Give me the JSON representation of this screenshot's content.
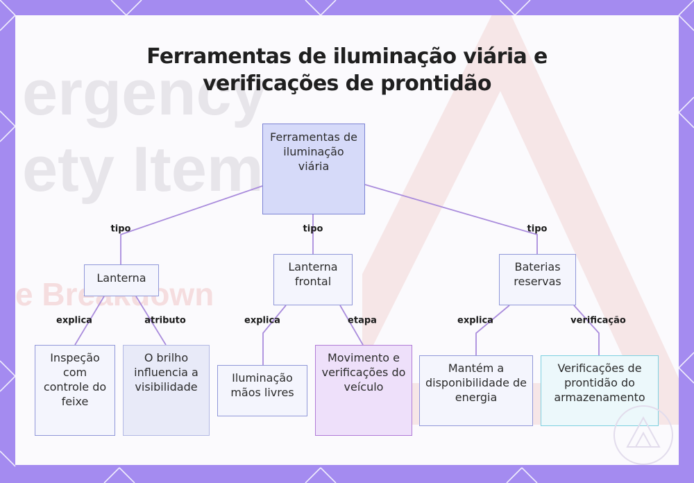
{
  "title": {
    "line1": "Ferramentas de iluminação viária e",
    "line2": "verificações de prontidão"
  },
  "background_text": {
    "line1": "ergency",
    "line2": "ety Items",
    "line3": "e Breakdown"
  },
  "colors": {
    "frame": "#a48bf0",
    "panel": "#fbfafd",
    "connector": "#a98bdc",
    "root_fill": "#d6daf9",
    "node_fill": "#f4f5fd",
    "node_border": "#8f96d8",
    "purple_fill": "#eee0fa",
    "cyan_border": "#7cd0e0"
  },
  "nodes": {
    "root": "Ferramentas de iluminação viária",
    "lanterna": "Lanterna",
    "lanterna_frontal": "Lanterna frontal",
    "baterias": "Baterias reservas",
    "inspecao": "Inspeção com controle do feixe",
    "brilho": "O brilho influencia a visibilidade",
    "maos_livres": "Iluminação mãos livres",
    "movimento": "Movimento e verificações do veículo",
    "energia": "Mantém a disponibilidade de energia",
    "armazenamento": "Verificações de prontidão do armazenamento"
  },
  "edges": {
    "tipo_1": "tipo",
    "tipo_2": "tipo",
    "tipo_3": "tipo",
    "explica_1": "explica",
    "atributo": "atributo",
    "explica_2": "explica",
    "etapa": "etapa",
    "explica_3": "explica",
    "verificacao": "verificação"
  },
  "watermark_icon": "warning-triangle-icon"
}
